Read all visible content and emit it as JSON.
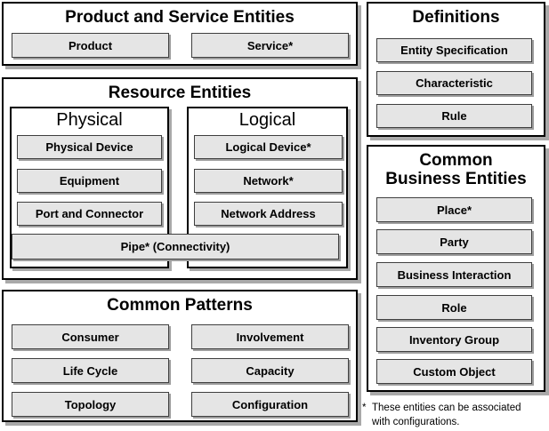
{
  "colors": {
    "background": "#ffffff",
    "panel_fill": "#ffffff",
    "panel_border": "#000000",
    "entity_fill": "#e5e5e5",
    "entity_border": "#3f3f3f",
    "shadow": "#a9a9a9",
    "text": "#000000"
  },
  "sections": {
    "product_service": {
      "title": "Product and Service Entities",
      "items": [
        "Product",
        "Service*"
      ]
    },
    "resource": {
      "title": "Resource Entities",
      "physical": {
        "title": "Physical",
        "items": [
          "Physical Device",
          "Equipment",
          "Port and Connector"
        ]
      },
      "logical": {
        "title": "Logical",
        "items": [
          "Logical Device*",
          "Network*",
          "Network Address"
        ]
      },
      "spanning_item": "Pipe* (Connectivity)"
    },
    "common_patterns": {
      "title": "Common Patterns",
      "left_items": [
        "Consumer",
        "Life Cycle",
        "Topology"
      ],
      "right_items": [
        "Involvement",
        "Capacity",
        "Configuration"
      ]
    },
    "definitions": {
      "title": "Definitions",
      "items": [
        "Entity Specification",
        "Characteristic",
        "Rule"
      ]
    },
    "common_business": {
      "title_line1": "Common",
      "title_line2": "Business Entities",
      "items": [
        "Place*",
        "Party",
        "Business Interaction",
        "Role",
        "Inventory Group",
        "Custom Object"
      ]
    },
    "footnote": {
      "marker": "*",
      "line1": "These entities can be associated",
      "line2": "with configurations."
    }
  }
}
